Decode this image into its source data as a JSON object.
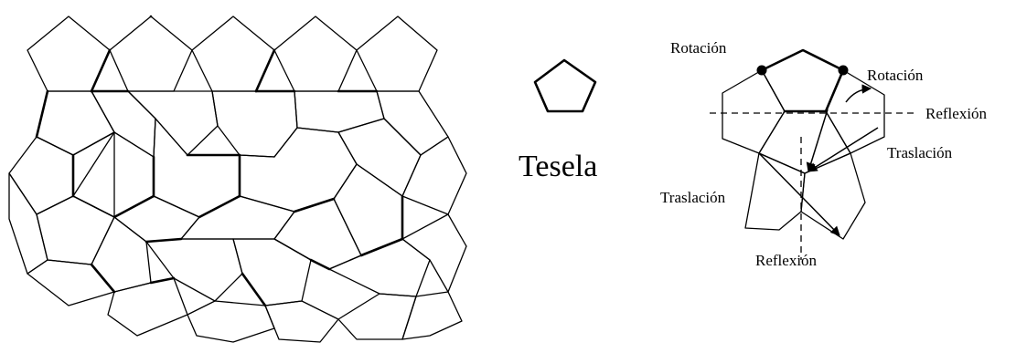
{
  "tile_caption": "Tesela",
  "labels": {
    "rotacion_top": "Rotación",
    "rotacion_right": "Rotación",
    "reflexion_right": "Reflexión",
    "traslacion_right": "Traslación",
    "traslacion_left": "Traslación",
    "reflexion_bottom": "Reflexión"
  }
}
